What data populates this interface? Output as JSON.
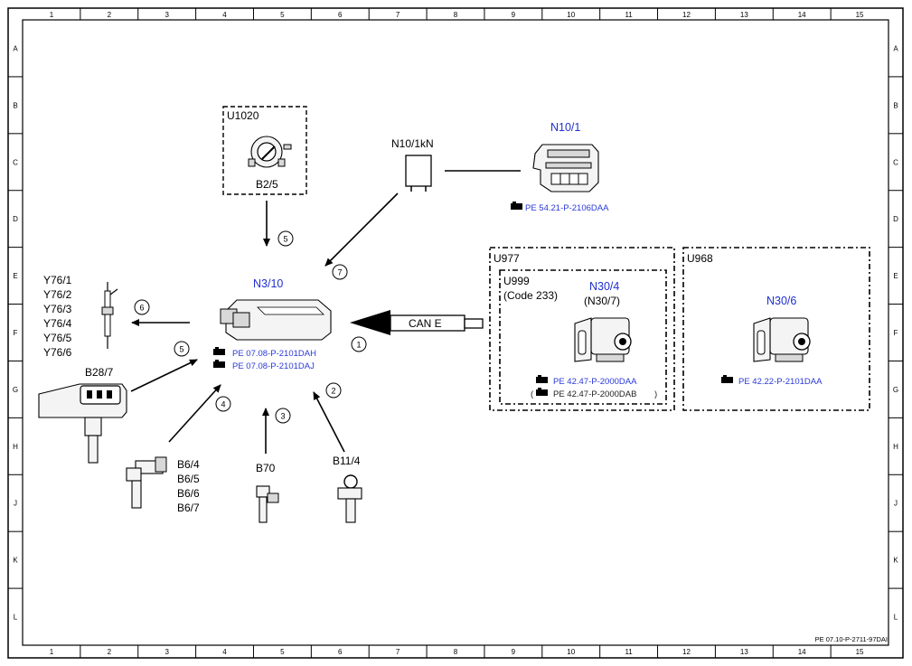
{
  "grid": {
    "columns": [
      "1",
      "2",
      "3",
      "4",
      "5",
      "6",
      "7",
      "8",
      "9",
      "10",
      "11",
      "12",
      "13",
      "14",
      "15"
    ],
    "rows": [
      "A",
      "B",
      "C",
      "D",
      "E",
      "F",
      "G",
      "H",
      "J",
      "K",
      "L"
    ]
  },
  "components": {
    "n3_10": {
      "label": "N3/10",
      "refs": [
        "PE 07.08-P-2101DAH",
        "PE 07.08-P-2101DAJ"
      ]
    },
    "u1020": {
      "group": "U1020",
      "part": "B2/5"
    },
    "n10_1kn": {
      "label": "N10/1kN"
    },
    "n10_1": {
      "label": "N10/1",
      "ref": "PE 54.21-P-2106DAA"
    },
    "y76": {
      "labels": [
        "Y76/1",
        "Y76/2",
        "Y76/3",
        "Y76/4",
        "Y76/5",
        "Y76/6"
      ]
    },
    "b28_7": {
      "label": "B28/7"
    },
    "b6": {
      "labels": [
        "B6/4",
        "B6/5",
        "B6/6",
        "B6/7"
      ]
    },
    "b70": {
      "label": "B70"
    },
    "b11_4": {
      "label": "B11/4"
    },
    "can": {
      "label": "CAN E"
    },
    "u977": {
      "group": "U977",
      "u999": "U999",
      "code": "(Code 233)",
      "label": "N30/4",
      "alt_label": "(N30/7)",
      "ref1": "PE 42.47-P-2000DAA",
      "ref2": "PE 42.47-P-2000DAB",
      "ref2_open": "(",
      "ref2_close": ")"
    },
    "u968": {
      "group": "U968",
      "label": "N30/6",
      "ref": "PE 42.22-P-2101DAA"
    }
  },
  "arrow_numbers": [
    "1",
    "2",
    "3",
    "4",
    "5",
    "5",
    "6",
    "7"
  ],
  "footer": {
    "doc_id": "PE 07.10-P-2711-97DAI"
  },
  "colors": {
    "link_blue": "#1f2fcf",
    "line": "#000000"
  }
}
